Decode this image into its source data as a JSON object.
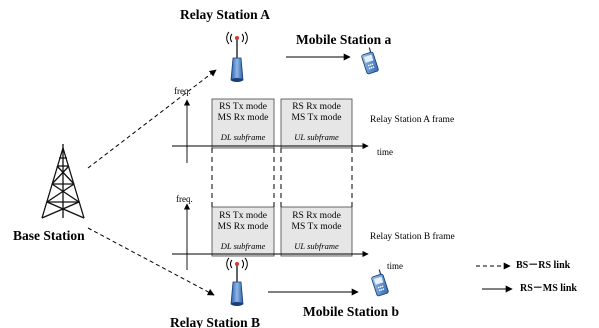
{
  "nodes": {
    "relay_a": "Relay Station A",
    "relay_b": "Relay Station B",
    "mobile_a": "Mobile Station a",
    "mobile_b": "Mobile Station b",
    "base": "Base Station"
  },
  "frame_a": {
    "label": "Relay Station A frame",
    "freq": "freq.",
    "time": "time",
    "dl": {
      "line1": "RS Tx mode",
      "line2": "MS Rx mode",
      "sub": "DL subframe"
    },
    "ul": {
      "line1": "RS Rx mode",
      "line2": "MS Tx mode",
      "sub": "UL subframe"
    }
  },
  "frame_b": {
    "label": "Relay Station B frame",
    "freq": "freq.",
    "time": "time",
    "dl": {
      "line1": "RS Tx mode",
      "line2": "MS Rx mode",
      "sub": "DL subframe"
    },
    "ul": {
      "line1": "RS Rx mode",
      "line2": "MS Tx mode",
      "sub": "UL subframe"
    }
  },
  "legend": {
    "bs_rs": "BS－RS link",
    "rs_ms": "RS－MS link"
  }
}
